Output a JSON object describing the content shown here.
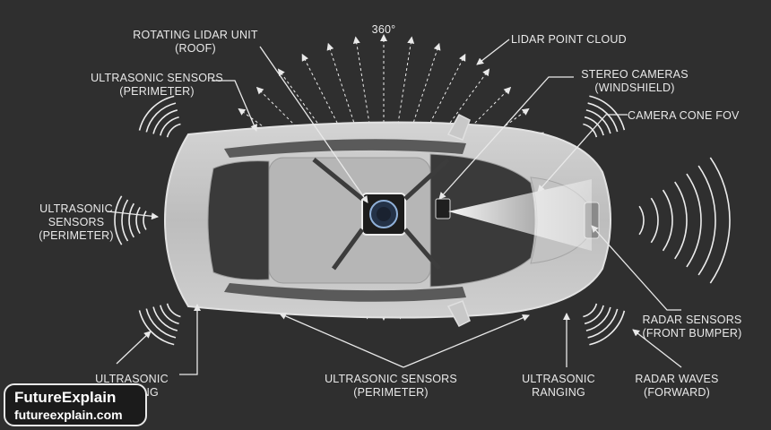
{
  "labels": {
    "degrees": "360°",
    "lidar_unit": [
      "ROTATING LIDAR UNIT",
      "(ROOF)"
    ],
    "point_cloud": "LIDAR POINT CLOUD",
    "ultra_top_left": [
      "ULTRASONIC SENSORS",
      "(PERIMETER)"
    ],
    "stereo": [
      "STEREO CAMERAS",
      "(WINDSHIELD)"
    ],
    "cone_fov": "CAMERA CONE FOV",
    "ultra_left": [
      "ULTRASONIC",
      "SENSORS",
      "(PERIMETER)"
    ],
    "radar_sensors": [
      "RADAR SENSORS",
      "(FRONT BUMPER)"
    ],
    "ultra_ranging_left": [
      "ULTRASONIC",
      "RANGING"
    ],
    "ultra_bottom": [
      "ULTRASONIC SENSORS",
      "(PERIMETER)"
    ],
    "ultra_ranging_right": [
      "ULTRASONIC",
      "RANGING"
    ],
    "radar_waves": [
      "RADAR WAVES",
      "(FORWARD)"
    ]
  },
  "brand": {
    "name": "FutureExplain",
    "url": "futureexplain.com"
  },
  "colors": {
    "background": "#2f2f2f",
    "car_body": "#c9c9c9",
    "lines": "#e9e9e9",
    "glass": "#3a3a3a"
  }
}
